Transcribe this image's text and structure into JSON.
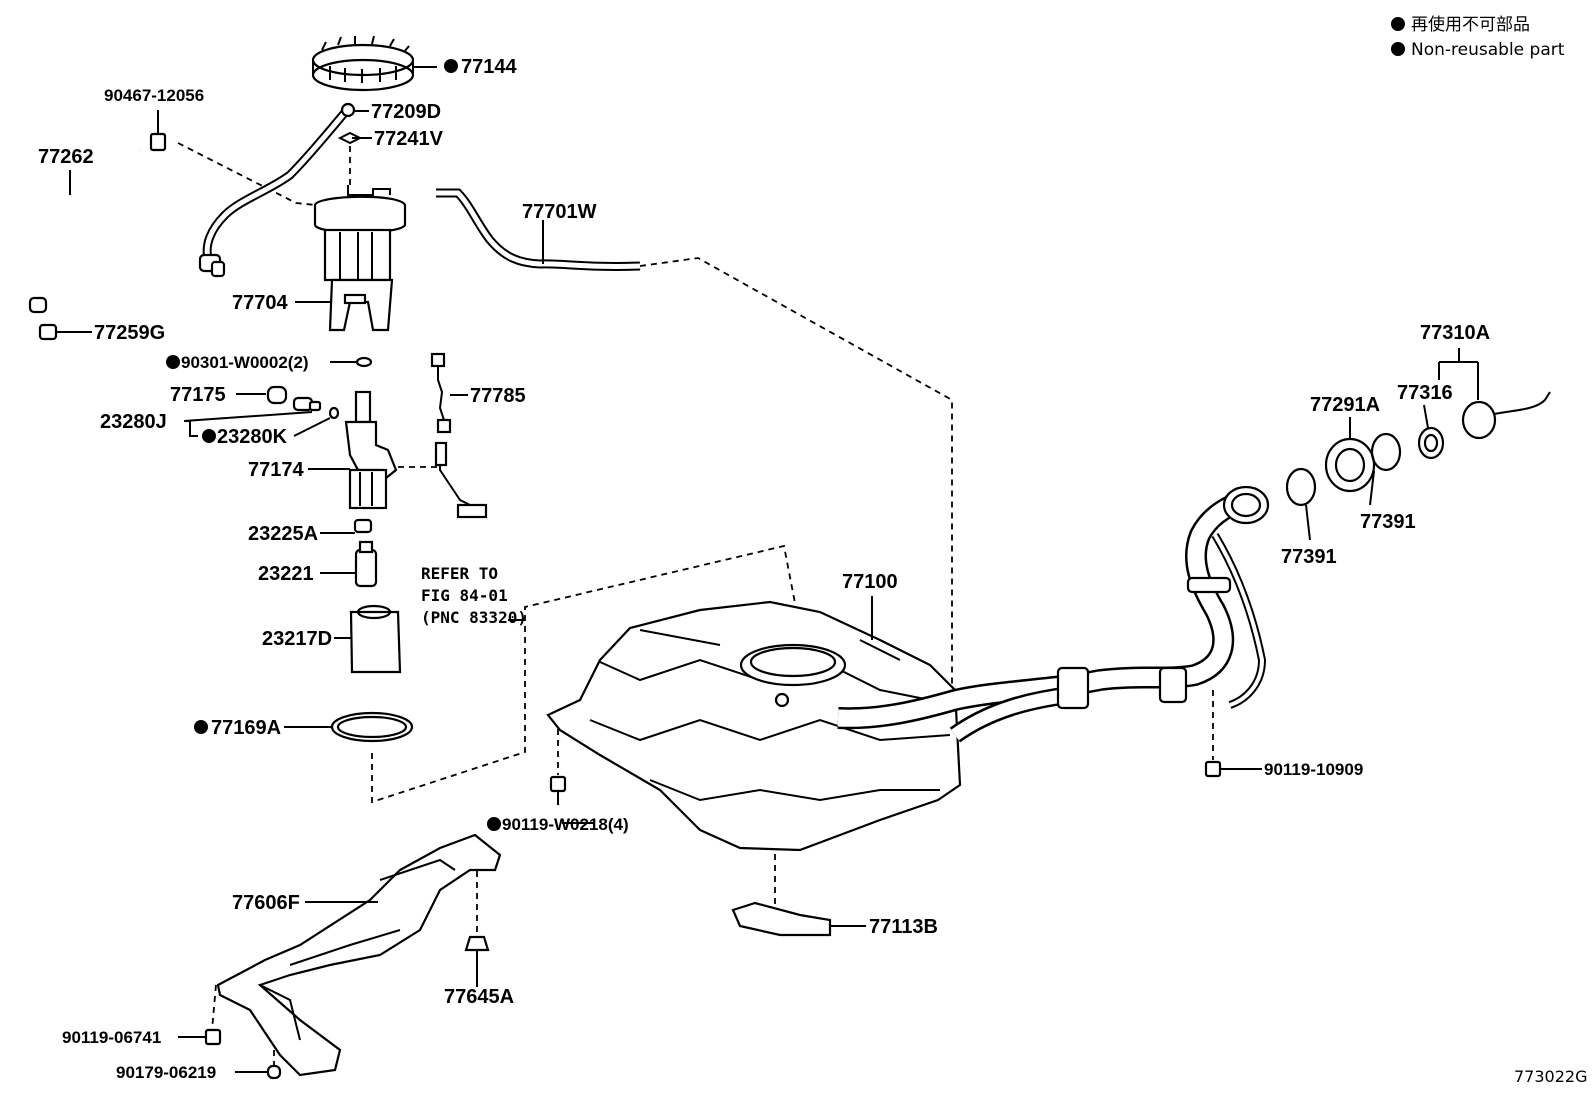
{
  "legend": {
    "dot_color": "#000000",
    "line_jp": "再使用不可部品",
    "line_en": "Non-reusable part"
  },
  "figure_code": "773022G",
  "reference_note": {
    "line1": "REFER TO",
    "line2": "FIG 84-01",
    "line3": "(PNC 83320)"
  },
  "parts": {
    "p77144": {
      "number": "77144",
      "non_reusable": true
    },
    "p90467_12056": {
      "number": "90467-12056",
      "non_reusable": false
    },
    "p77209D": {
      "number": "77209D",
      "non_reusable": false
    },
    "p77241V": {
      "number": "77241V",
      "non_reusable": false
    },
    "p77262": {
      "number": "77262",
      "non_reusable": false
    },
    "p77701W": {
      "number": "77701W",
      "non_reusable": false
    },
    "p77704": {
      "number": "77704",
      "non_reusable": false
    },
    "p77259G": {
      "number": "77259G",
      "non_reusable": false
    },
    "p90301_W0002": {
      "number": "90301-W0002(2)",
      "non_reusable": true
    },
    "p77785": {
      "number": "77785",
      "non_reusable": false
    },
    "p77175": {
      "number": "77175",
      "non_reusable": false
    },
    "p23280J": {
      "number": "23280J",
      "non_reusable": false
    },
    "p23280K": {
      "number": "23280K",
      "non_reusable": true
    },
    "p77174": {
      "number": "77174",
      "non_reusable": false
    },
    "p23225A": {
      "number": "23225A",
      "non_reusable": false
    },
    "p23221": {
      "number": "23221",
      "non_reusable": false
    },
    "p23217D": {
      "number": "23217D",
      "non_reusable": false
    },
    "p77169A": {
      "number": "77169A",
      "non_reusable": true
    },
    "p77100": {
      "number": "77100",
      "non_reusable": false
    },
    "p77310A": {
      "number": "77310A",
      "non_reusable": false
    },
    "p77316": {
      "number": "77316",
      "non_reusable": false
    },
    "p77291A": {
      "number": "77291A",
      "non_reusable": false
    },
    "p77391a": {
      "number": "77391",
      "non_reusable": false
    },
    "p77391b": {
      "number": "77391",
      "non_reusable": false
    },
    "p90119_10909": {
      "number": "90119-10909",
      "non_reusable": false
    },
    "p90119_W0218": {
      "number": "90119-W0218(4)",
      "non_reusable": true
    },
    "p77606F": {
      "number": "77606F",
      "non_reusable": false
    },
    "p77113B": {
      "number": "77113B",
      "non_reusable": false
    },
    "p77645A": {
      "number": "77645A",
      "non_reusable": false
    },
    "p90119_06741": {
      "number": "90119-06741",
      "non_reusable": false
    },
    "p90179_06219": {
      "number": "90179-06219",
      "non_reusable": false
    }
  }
}
